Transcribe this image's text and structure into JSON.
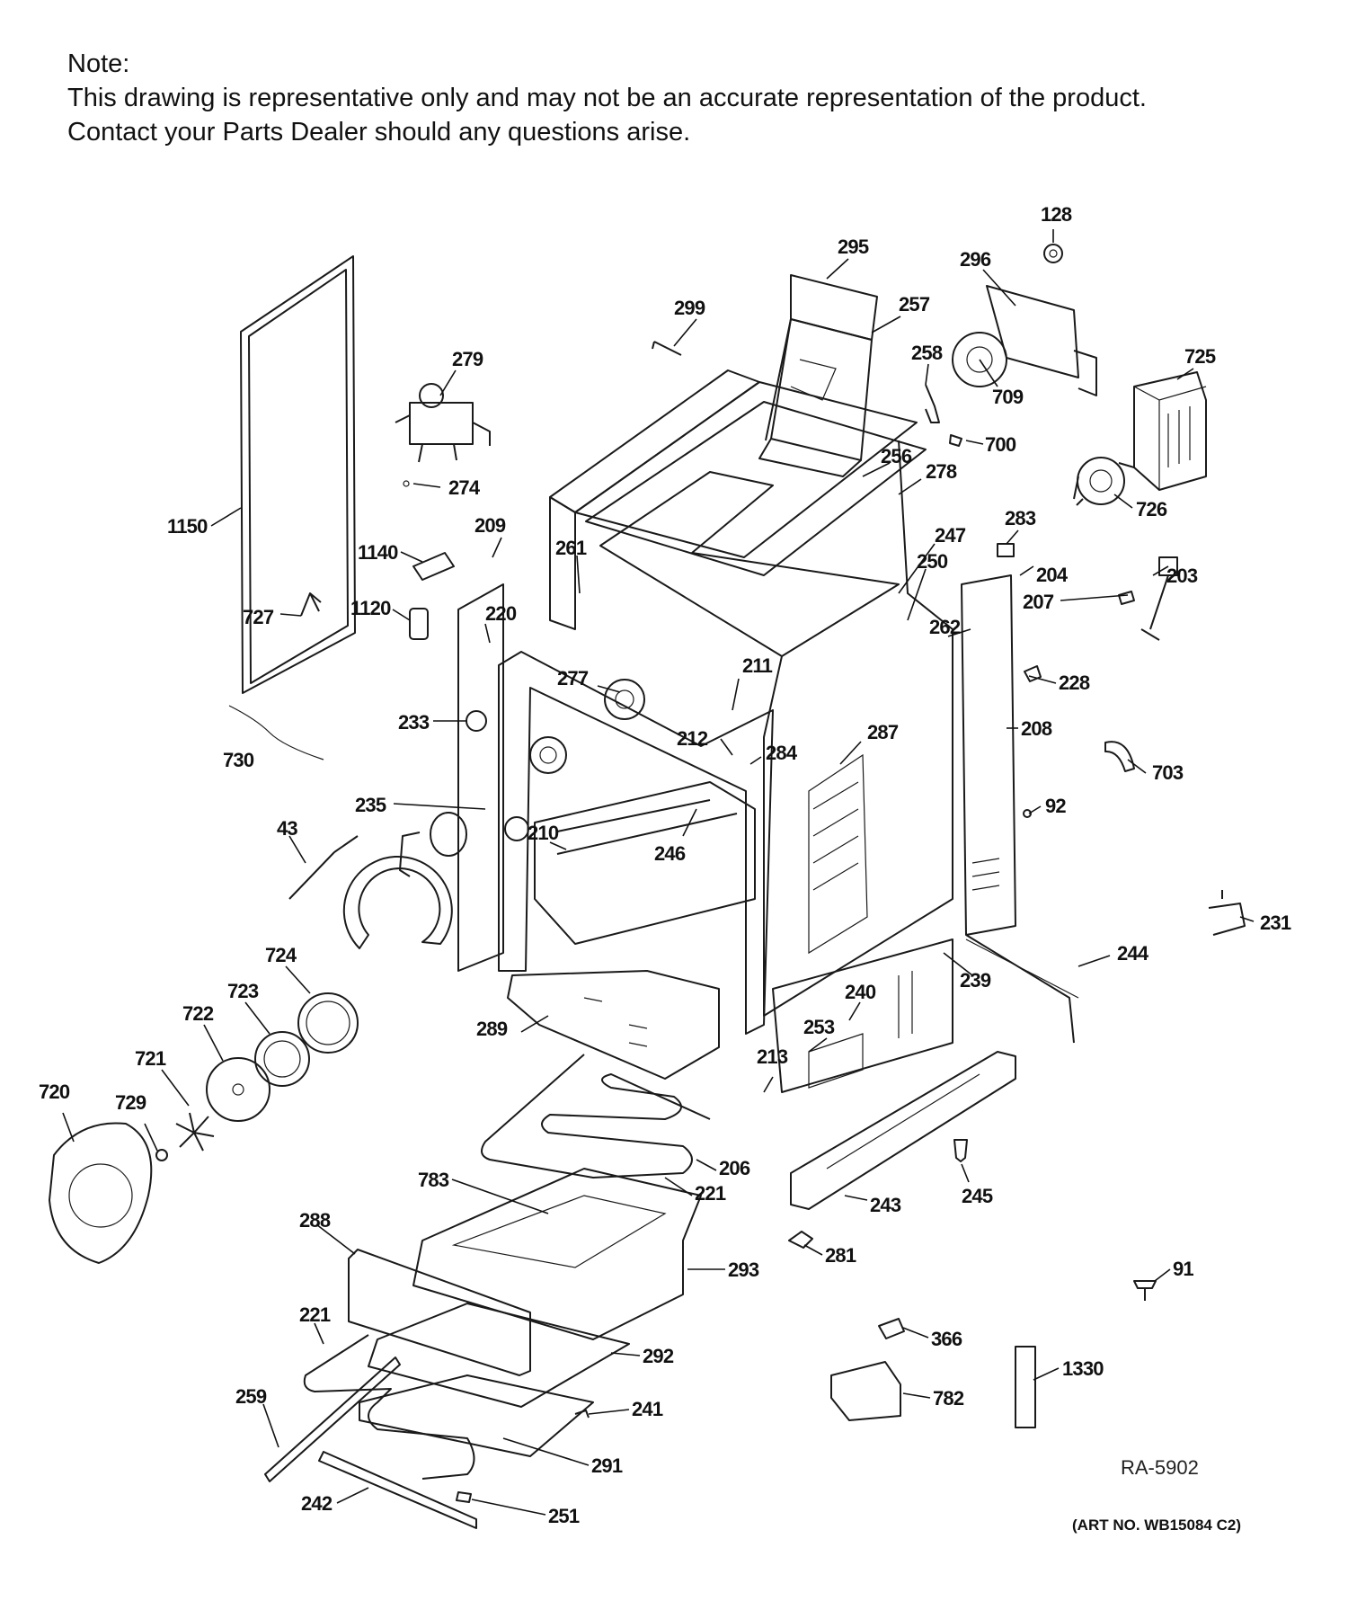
{
  "note": {
    "heading": "Note:",
    "line1": "This drawing is representative only and may not be an accurate representation of the product.",
    "line2": "Contact your Parts Dealer should any questions arise."
  },
  "reference_code": "RA-5902",
  "art_number": "(ART NO. WB15084 C2)",
  "parts": [
    {
      "id": "p128",
      "label": "128"
    },
    {
      "id": "p295",
      "label": "295"
    },
    {
      "id": "p296",
      "label": "296"
    },
    {
      "id": "p299",
      "label": "299"
    },
    {
      "id": "p257",
      "label": "257"
    },
    {
      "id": "p725",
      "label": "725"
    },
    {
      "id": "p279",
      "label": "279"
    },
    {
      "id": "p258",
      "label": "258"
    },
    {
      "id": "p709",
      "label": "709"
    },
    {
      "id": "p700",
      "label": "700"
    },
    {
      "id": "p256",
      "label": "256"
    },
    {
      "id": "p274",
      "label": "274"
    },
    {
      "id": "p278",
      "label": "278"
    },
    {
      "id": "p726",
      "label": "726"
    },
    {
      "id": "p1150",
      "label": "1150"
    },
    {
      "id": "p209",
      "label": "209"
    },
    {
      "id": "p283",
      "label": "283"
    },
    {
      "id": "p247",
      "label": "247"
    },
    {
      "id": "p1140",
      "label": "1140"
    },
    {
      "id": "p261",
      "label": "261"
    },
    {
      "id": "p250",
      "label": "250"
    },
    {
      "id": "p204",
      "label": "204"
    },
    {
      "id": "p203",
      "label": "203"
    },
    {
      "id": "p1120",
      "label": "1120"
    },
    {
      "id": "p220",
      "label": "220"
    },
    {
      "id": "p207",
      "label": "207"
    },
    {
      "id": "p727",
      "label": "727"
    },
    {
      "id": "p262",
      "label": "262"
    },
    {
      "id": "p211",
      "label": "211"
    },
    {
      "id": "p277",
      "label": "277"
    },
    {
      "id": "p228",
      "label": "228"
    },
    {
      "id": "p233",
      "label": "233"
    },
    {
      "id": "p208",
      "label": "208"
    },
    {
      "id": "p287",
      "label": "287"
    },
    {
      "id": "p212",
      "label": "212"
    },
    {
      "id": "p284",
      "label": "284"
    },
    {
      "id": "p730",
      "label": "730"
    },
    {
      "id": "p703",
      "label": "703"
    },
    {
      "id": "p235",
      "label": "235"
    },
    {
      "id": "p92",
      "label": "92"
    },
    {
      "id": "p43",
      "label": "43"
    },
    {
      "id": "p210",
      "label": "210"
    },
    {
      "id": "p246",
      "label": "246"
    },
    {
      "id": "p231",
      "label": "231"
    },
    {
      "id": "p724",
      "label": "724"
    },
    {
      "id": "p244",
      "label": "244"
    },
    {
      "id": "p723",
      "label": "723"
    },
    {
      "id": "p239",
      "label": "239"
    },
    {
      "id": "p240",
      "label": "240"
    },
    {
      "id": "p722",
      "label": "722"
    },
    {
      "id": "p289",
      "label": "289"
    },
    {
      "id": "p253",
      "label": "253"
    },
    {
      "id": "p721",
      "label": "721"
    },
    {
      "id": "p213",
      "label": "213"
    },
    {
      "id": "p720",
      "label": "720"
    },
    {
      "id": "p729",
      "label": "729"
    },
    {
      "id": "p206",
      "label": "206"
    },
    {
      "id": "p783",
      "label": "783"
    },
    {
      "id": "p221a",
      "label": "221"
    },
    {
      "id": "p245",
      "label": "245"
    },
    {
      "id": "p243",
      "label": "243"
    },
    {
      "id": "p288",
      "label": "288"
    },
    {
      "id": "p281",
      "label": "281"
    },
    {
      "id": "p293",
      "label": "293"
    },
    {
      "id": "p91",
      "label": "91"
    },
    {
      "id": "p221b",
      "label": "221"
    },
    {
      "id": "p292",
      "label": "292"
    },
    {
      "id": "p366",
      "label": "366"
    },
    {
      "id": "p1330",
      "label": "1330"
    },
    {
      "id": "p259",
      "label": "259"
    },
    {
      "id": "p241",
      "label": "241"
    },
    {
      "id": "p782",
      "label": "782"
    },
    {
      "id": "p291",
      "label": "291"
    },
    {
      "id": "p242",
      "label": "242"
    },
    {
      "id": "p251",
      "label": "251"
    }
  ]
}
